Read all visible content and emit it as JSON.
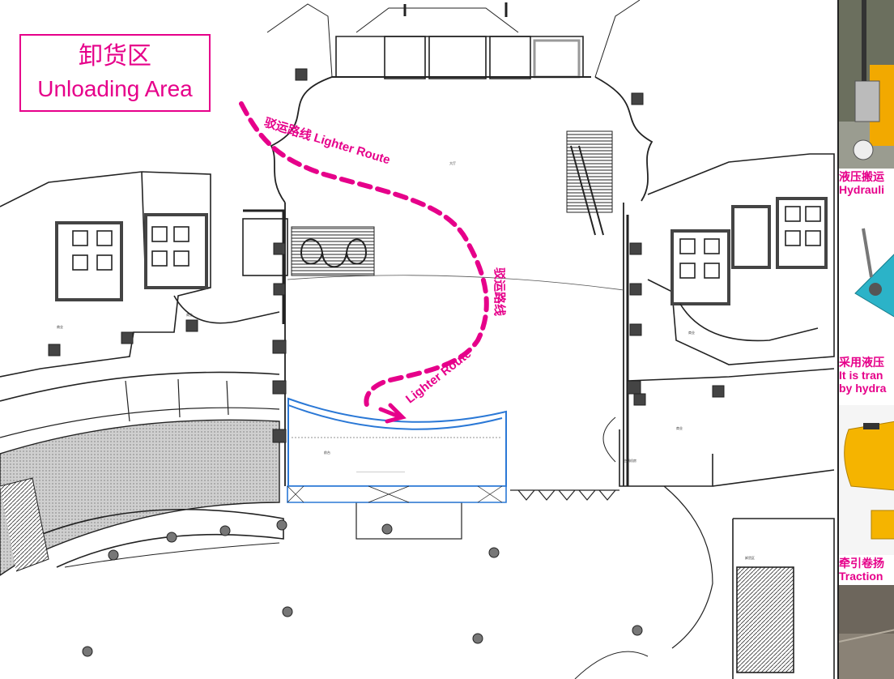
{
  "unloading_area": {
    "title_cn": "卸货区",
    "title_en": "Unloading Area"
  },
  "routes": {
    "label_1": "驳运路线 Lighter Route",
    "label_2": "驳运路线",
    "label_3": "Lighter Route"
  },
  "side_panel": {
    "captions": [
      {
        "cn": "液压搬运",
        "en": "Hydrauli"
      },
      {
        "cn": "采用液压",
        "en": "It is tran",
        "en2": "by hydra"
      },
      {
        "cn": "牵引卷扬",
        "en": "Traction"
      }
    ]
  },
  "colors": {
    "accent": "#e6008a",
    "line": "#222222",
    "blue": "#2a78d6",
    "hatch": "#9a9a9a"
  }
}
